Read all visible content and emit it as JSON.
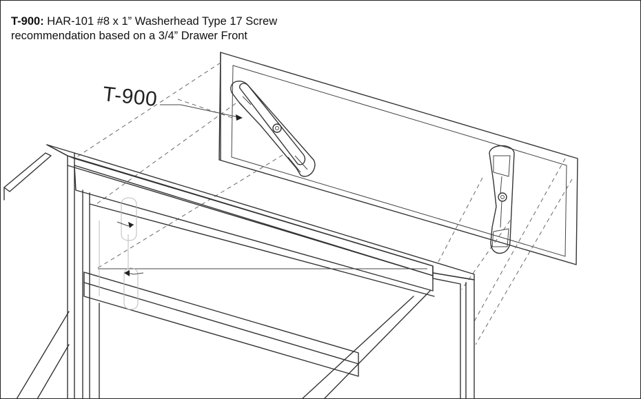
{
  "caption": {
    "part_code": "T-900:",
    "line1_rest": " HAR-101 #8 x 1” Washerhead Type 17 Screw",
    "line2": "recommendation based on a 3/4” Drawer Front"
  },
  "callout_label": "T-900",
  "icons": {
    "bracket_left": "angled-mounting-bracket",
    "bracket_right": "vertical-mounting-bracket",
    "screw": "washerhead-screw"
  }
}
